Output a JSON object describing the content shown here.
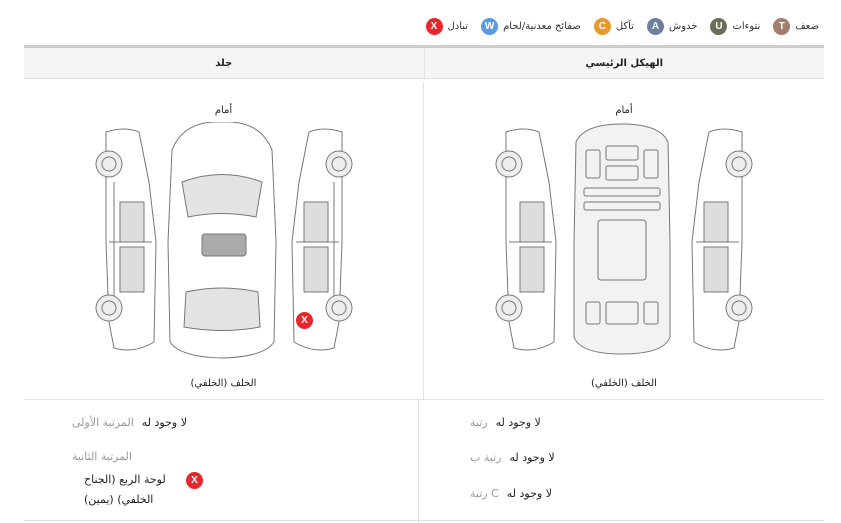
{
  "legend": [
    {
      "code": "T",
      "label": "ضعف",
      "color": "#a27e6e"
    },
    {
      "code": "U",
      "label": "نتوءات",
      "color": "#6b6e57"
    },
    {
      "code": "A",
      "label": "خدوش",
      "color": "#6c81a1"
    },
    {
      "code": "C",
      "label": "تآكل",
      "color": "#e8982e"
    },
    {
      "code": "W",
      "label": "صفائح معدنية/لحام",
      "color": "#5b9ae0"
    },
    {
      "code": "X",
      "label": "تبادل",
      "color": "#e8262b"
    }
  ],
  "panels": {
    "skin": {
      "title": "جلد",
      "front": "أمام",
      "rear": "الخلف (الخلفي)",
      "rank1": {
        "label": "المرتبة الأولى",
        "value": "لا وجود له"
      },
      "rank2": {
        "label": "المرتبة الثانية",
        "item_badge": "X",
        "item_line1": "لوحة الربع (الجناح",
        "item_line2": "الخلفي) (يمين)"
      }
    },
    "frame": {
      "title": "الهيكل الرئيسي",
      "front": "أمام",
      "rear": "الخلف (الخلفي)",
      "ranks": [
        {
          "label": "رتبة",
          "value": "لا وجود له"
        },
        {
          "label": "رتبة ب",
          "value": "لا وجود له"
        },
        {
          "label": "رتبة C",
          "value": "لا وجود له"
        }
      ]
    }
  }
}
